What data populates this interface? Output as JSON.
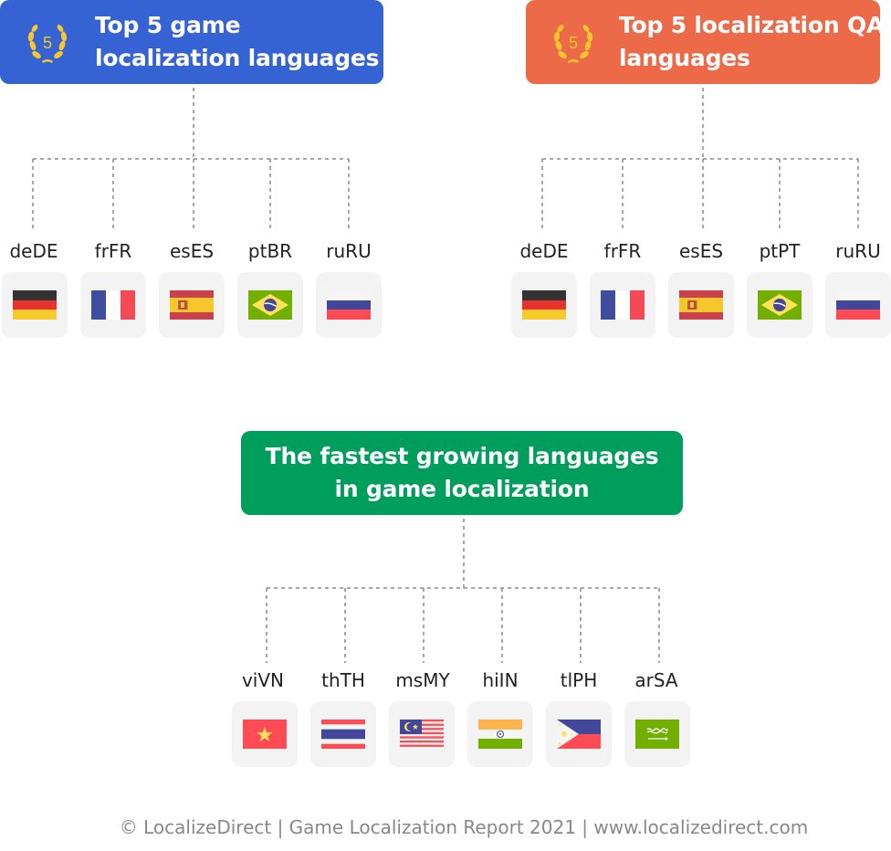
{
  "groups": {
    "top_game": {
      "title_line1": "Top 5 game",
      "title_line2": "localization languages",
      "badge_number": "5",
      "color": "#3563d3",
      "languages": [
        "deDE",
        "frFR",
        "esES",
        "ptBR",
        "ruRU"
      ]
    },
    "top_qa": {
      "title_line1": "Top 5 localization QA",
      "title_line2": "languages",
      "badge_number": "5",
      "color": "#ec6a48",
      "languages": [
        "deDE",
        "frFR",
        "esES",
        "ptPT",
        "ruRU"
      ]
    },
    "fastest_growing": {
      "title_line1": "The fastest growing languages",
      "title_line2": "in game localization",
      "color": "#009e5c",
      "languages": [
        "viVN",
        "thTH",
        "msMY",
        "hiIN",
        "tlPH",
        "arSA"
      ]
    }
  },
  "flags": {
    "top_game": [
      "flag-germany-icon",
      "flag-france-icon",
      "flag-spain-icon",
      "flag-brazil-icon",
      "flag-russia-icon"
    ],
    "top_qa": [
      "flag-germany-icon",
      "flag-france-icon",
      "flag-spain-icon",
      "flag-brazil-icon",
      "flag-russia-icon"
    ],
    "fastest_growing": [
      "flag-vietnam-icon",
      "flag-thailand-icon",
      "flag-malaysia-icon",
      "flag-india-icon",
      "flag-philippines-icon",
      "flag-saudi-arabia-icon"
    ]
  },
  "footer": {
    "text": "© LocalizeDirect | Game Localization Report 2021 | www.localizedirect.com"
  }
}
